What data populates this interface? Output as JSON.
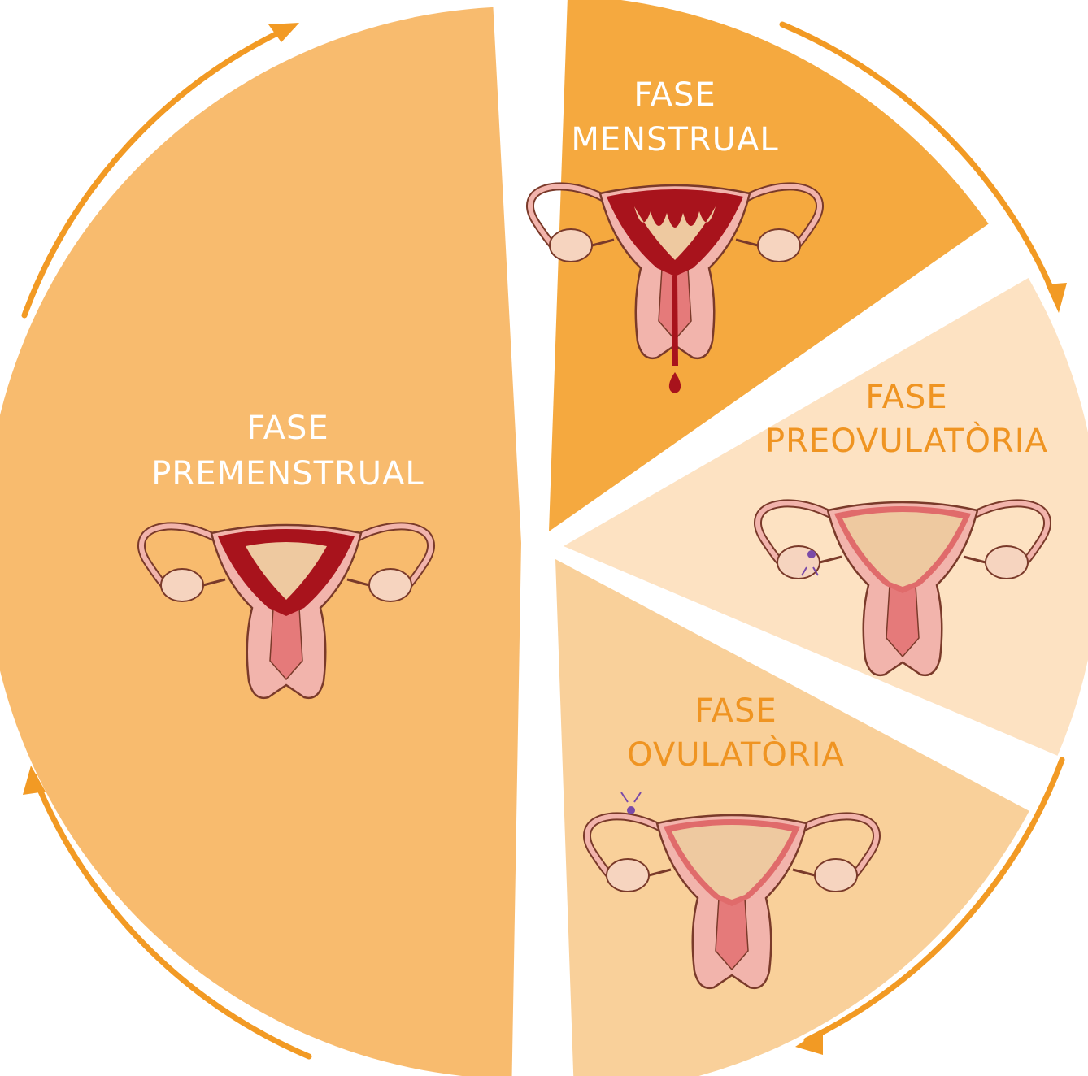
{
  "colors": {
    "premenstrual": "#f8bb6e",
    "menstrual": "#f5a93f",
    "preovulatoria": "#fde2c2",
    "ovulatoria": "#f9d09a",
    "arrow": "#f29a24",
    "label_light": "#ffffff",
    "label_dark": "#ef9422",
    "tissue": "#f2b4ac",
    "tissue_outline": "#7a3a2a",
    "lining": "#a8131c",
    "lining_thin": "#e06b6b",
    "cavity": "#eec9a0",
    "ovary": "#f6d4bf",
    "egg": "#7a4aa8"
  },
  "phases": [
    {
      "id": "premenstrual",
      "line1": "FASE",
      "line2": "PREMENSTRUAL",
      "label_style": "light",
      "lining": "thick",
      "icon": "uterus-thick-lining-icon"
    },
    {
      "id": "menstrual",
      "line1": "FASE",
      "line2": "MENSTRUAL",
      "label_style": "light",
      "lining": "shedding",
      "icon": "uterus-menstruating-icon"
    },
    {
      "id": "preovulatoria",
      "line1": "FASE",
      "line2": "PREOVULATÒRIA",
      "label_style": "dark",
      "lining": "thin",
      "icon": "uterus-right-ovary-egg-icon"
    },
    {
      "id": "ovulatoria",
      "line1": "FASE",
      "line2": "OVULATÒRIA",
      "label_style": "dark",
      "lining": "thin",
      "icon": "uterus-tube-egg-icon"
    }
  ]
}
